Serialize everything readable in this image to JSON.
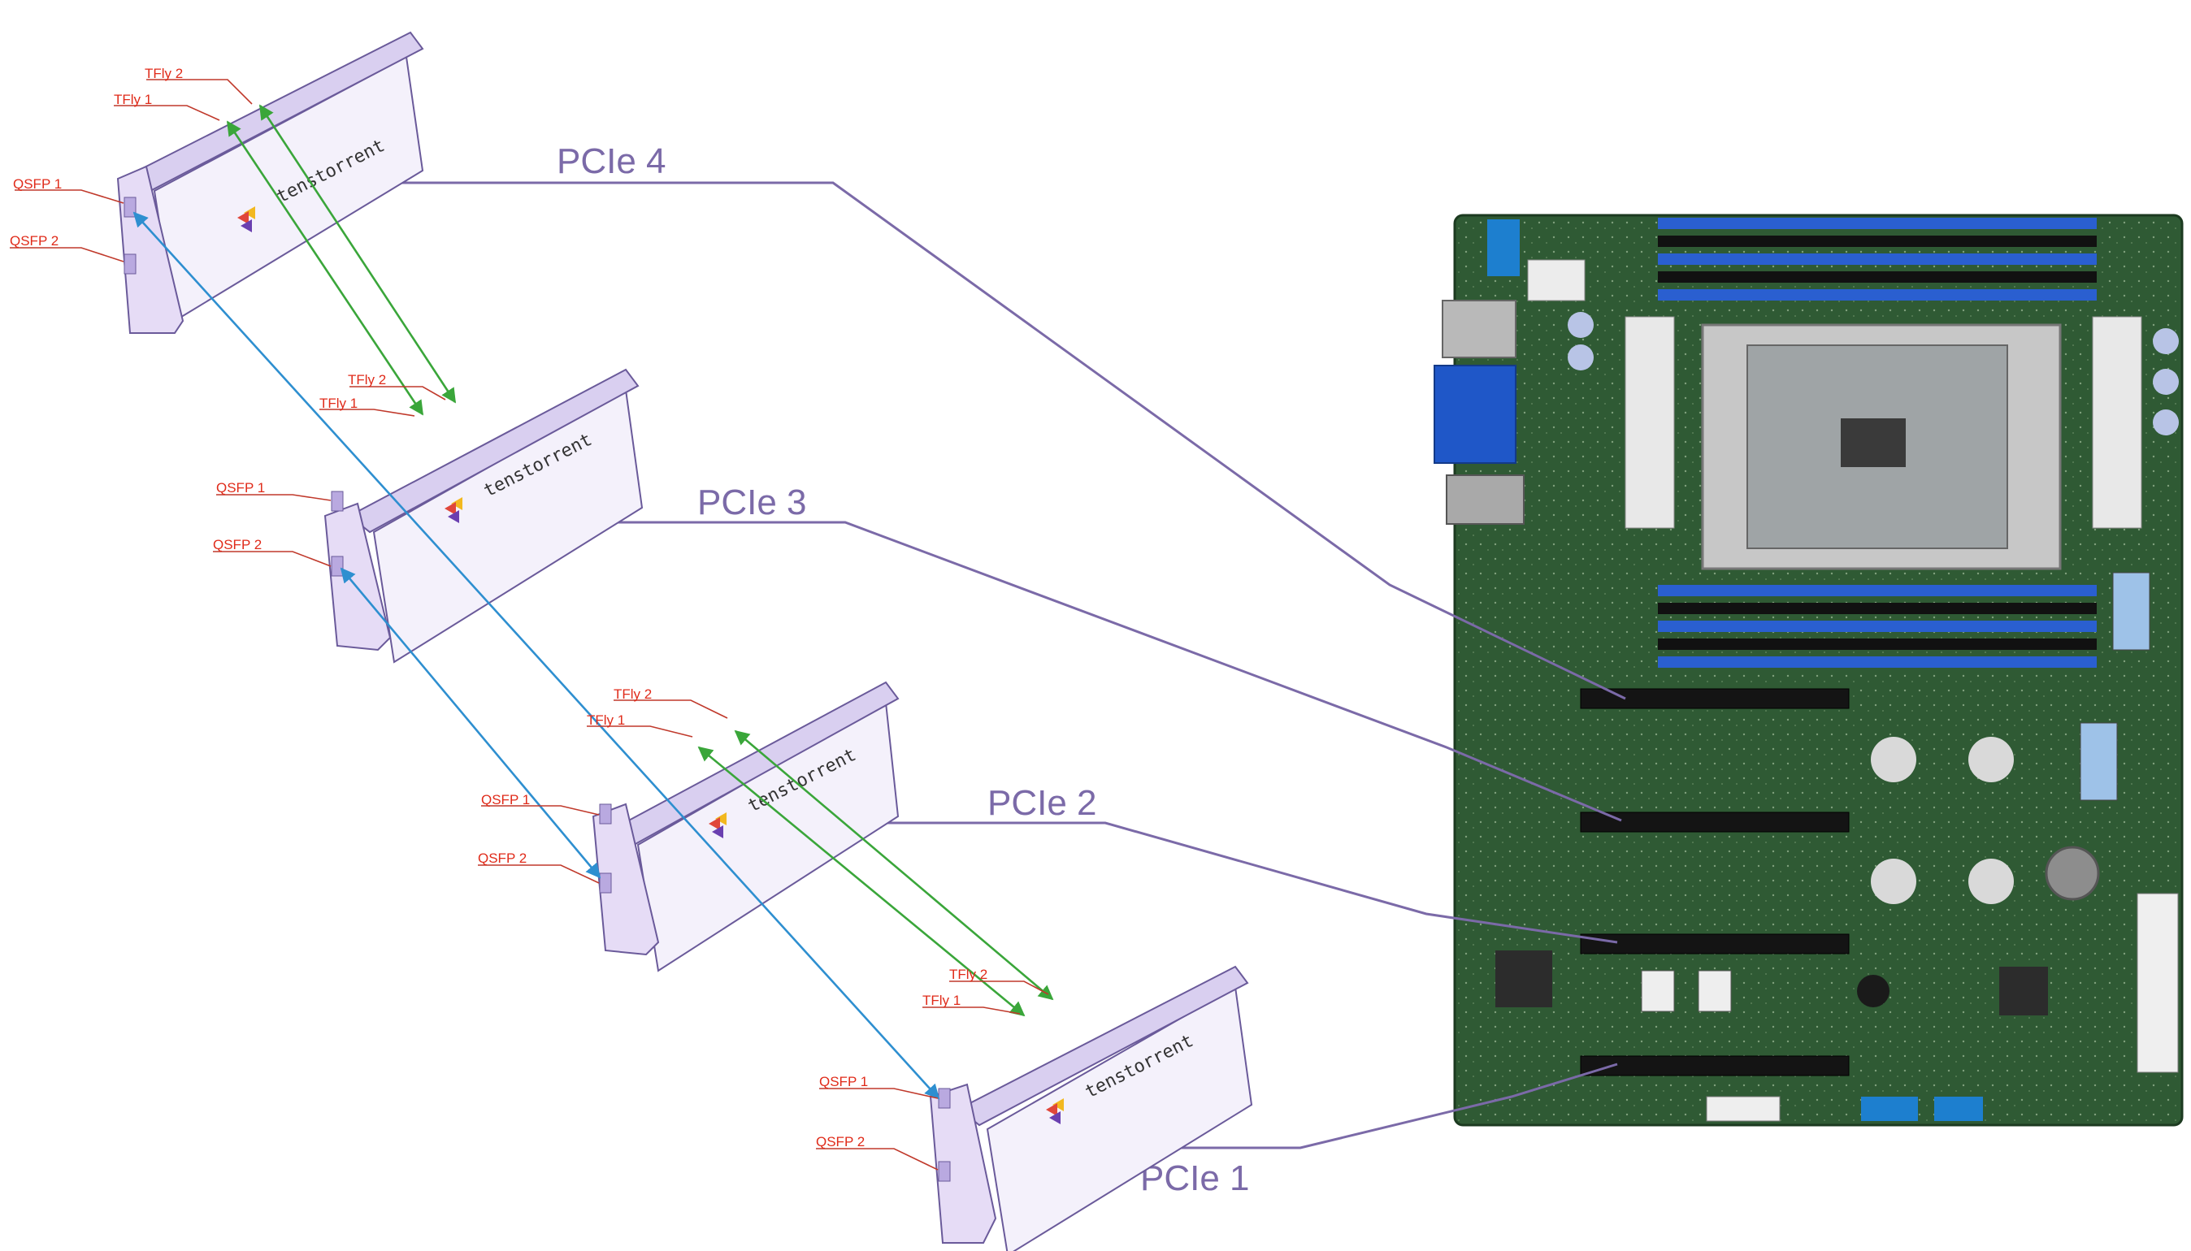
{
  "pcie_labels": [
    "PCIe 4",
    "PCIe 3",
    "PCIe 2",
    "PCIe 1"
  ],
  "port_labels": {
    "tfly1": "TFly 1",
    "tfly2": "TFly 2",
    "qsfp1": "QSFP 1",
    "qsfp2": "QSFP 2"
  },
  "brand_text": "tenstorrent",
  "link_colors": {
    "pcie": "#7b6aa8",
    "tfly": "#3aa63a",
    "qsfp": "#2e8fd0",
    "callout": "#e02b1a"
  },
  "motherboard": {
    "board_color": "#2f5a34",
    "dimm_color": "#2a5fd0"
  }
}
